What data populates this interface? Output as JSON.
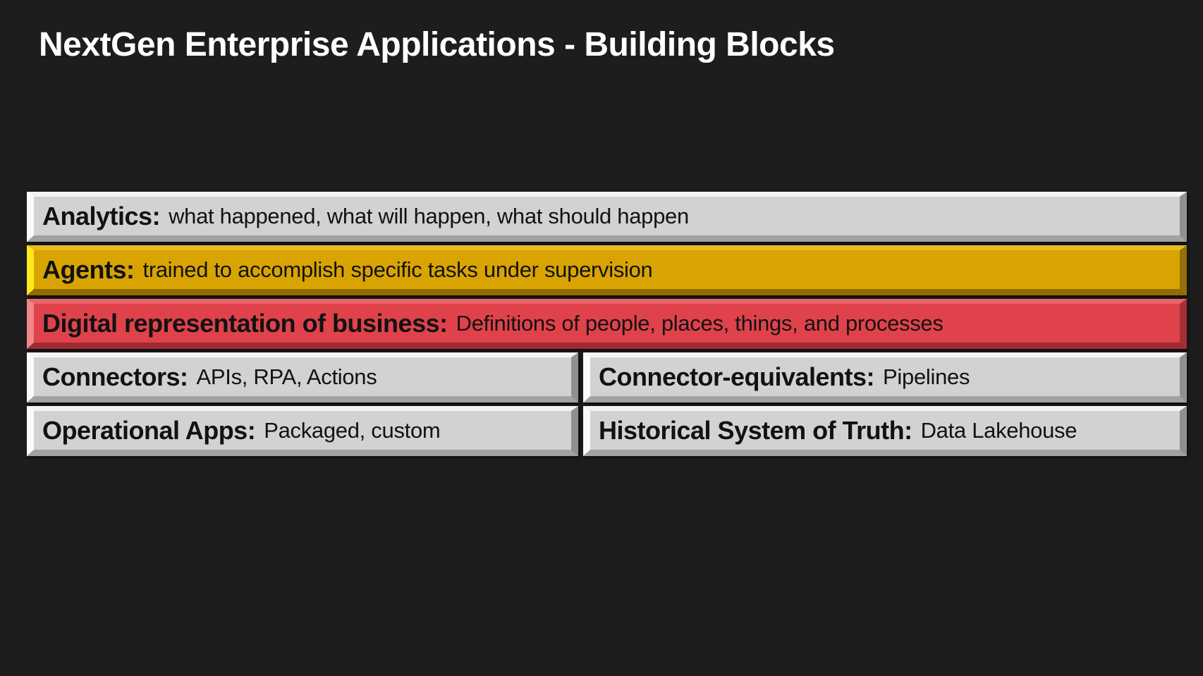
{
  "title": "NextGen Enterprise Applications - Building Blocks",
  "colors": {
    "background": "#1d1d1d",
    "title_text": "#ffffff",
    "bar_text": "#121212",
    "bar_gray": "#d2d2d2",
    "bar_amber": "#d9a402",
    "bar_red": "#e0424b"
  },
  "rows": [
    {
      "bars": [
        {
          "label": "Analytics:",
          "description": "what happened, what will happen, what should happen",
          "color": "gray"
        }
      ]
    },
    {
      "bars": [
        {
          "label": "Agents:",
          "description": "trained to accomplish specific tasks under supervision",
          "color": "amber"
        }
      ]
    },
    {
      "bars": [
        {
          "label": "Digital representation of business:",
          "description": "Definitions of people, places, things, and processes",
          "color": "red"
        }
      ]
    },
    {
      "bars": [
        {
          "label": "Connectors:",
          "description": "APIs, RPA, Actions",
          "color": "gray"
        },
        {
          "label": "Connector-equivalents:",
          "description": "Pipelines",
          "color": "gray"
        }
      ]
    },
    {
      "bars": [
        {
          "label": "Operational Apps:",
          "description": "Packaged, custom",
          "color": "gray"
        },
        {
          "label": "Historical System of Truth:",
          "description": "Data Lakehouse",
          "color": "gray"
        }
      ]
    }
  ]
}
